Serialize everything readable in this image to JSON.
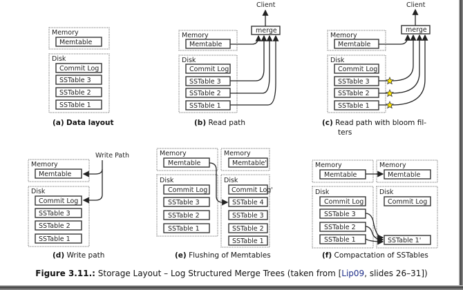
{
  "labels": {
    "memory": "Memory",
    "disk": "Disk",
    "memtable": "Memtable",
    "memtable_prime": "Memtable'",
    "commit_log": "Commit Log",
    "commit_log_prime": "Commit Log'",
    "sstable_4": "SSTable 4",
    "sstable_3": "SSTable 3",
    "sstable_2": "SSTable 2",
    "sstable_1": "SSTable 1",
    "sstable_1_prime": "SSTable 1'",
    "merge": "merge",
    "client": "Client",
    "write_path": "Write Path"
  },
  "subfigures": [
    {
      "letter": "(a)",
      "caption": "Data layout"
    },
    {
      "letter": "(b)",
      "caption": "Read path"
    },
    {
      "letter": "(c)",
      "caption": "Read path with bloom fil-",
      "caption_line2": "ters"
    },
    {
      "letter": "(d)",
      "caption": "Write path"
    },
    {
      "letter": "(e)",
      "caption": "Flushing of Memtables"
    },
    {
      "letter": "(f)",
      "caption": "Compactation of SSTables"
    }
  ],
  "figure": {
    "number": "Figure 3.11.:",
    "title": " Storage Layout – Log Structured Merge Trees (taken from [",
    "citation": "Lip09",
    "suffix": ", slides 26–31])"
  },
  "colors": {
    "bloom_filter_star": "#ffe600",
    "citation_link": "#1f2f8a"
  }
}
